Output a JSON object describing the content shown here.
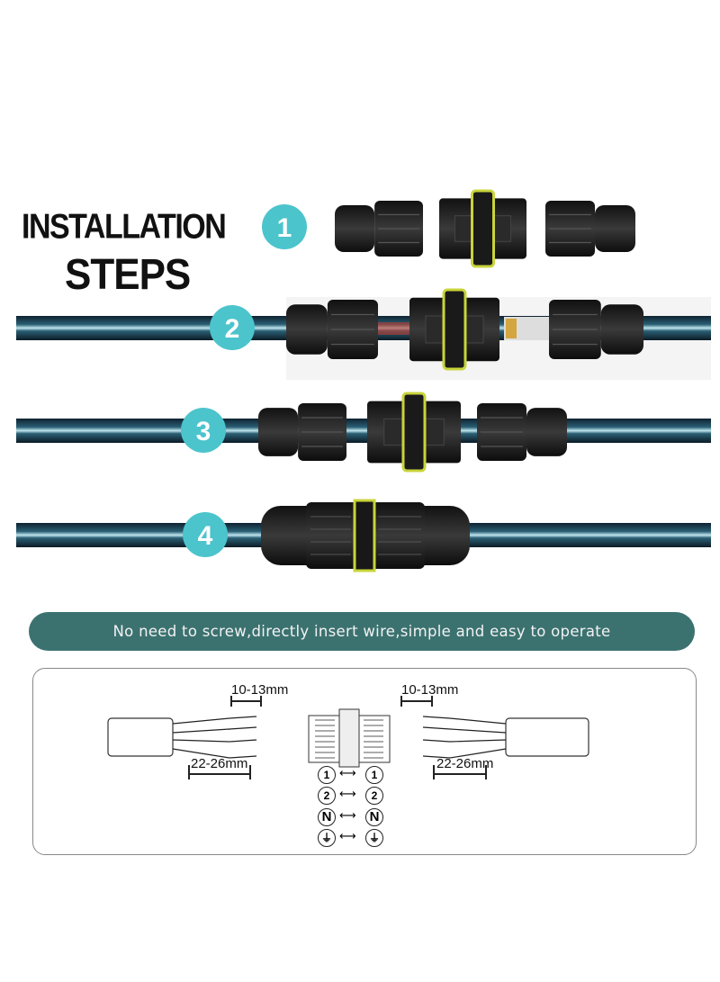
{
  "header": {
    "title_line1": "INSTALLATION",
    "title_line2": "STEPS"
  },
  "steps": [
    {
      "number": "1"
    },
    {
      "number": "2"
    },
    {
      "number": "3"
    },
    {
      "number": "4"
    }
  ],
  "banner": {
    "text": "No need to screw,directly insert wire,simple and easy to operate"
  },
  "diagram": {
    "strip_length_left": "10-13mm",
    "strip_length_right": "10-13mm",
    "sheath_length_left": "22-26mm",
    "sheath_length_right": "22-26mm",
    "pins": [
      {
        "left": "1",
        "right": "1",
        "arrow": "⟷"
      },
      {
        "left": "2",
        "right": "2",
        "arrow": "⟷"
      },
      {
        "left": "N",
        "right": "N",
        "arrow": "⟷"
      },
      {
        "left": "⏚",
        "right": "⏚",
        "arrow": "⟷"
      }
    ]
  },
  "colors": {
    "step_badge": "#4cc4cc",
    "banner": "#3b7270",
    "seal_ring": "#c8d43a",
    "connector": "#1e1e1e",
    "cable": "#142a38"
  }
}
